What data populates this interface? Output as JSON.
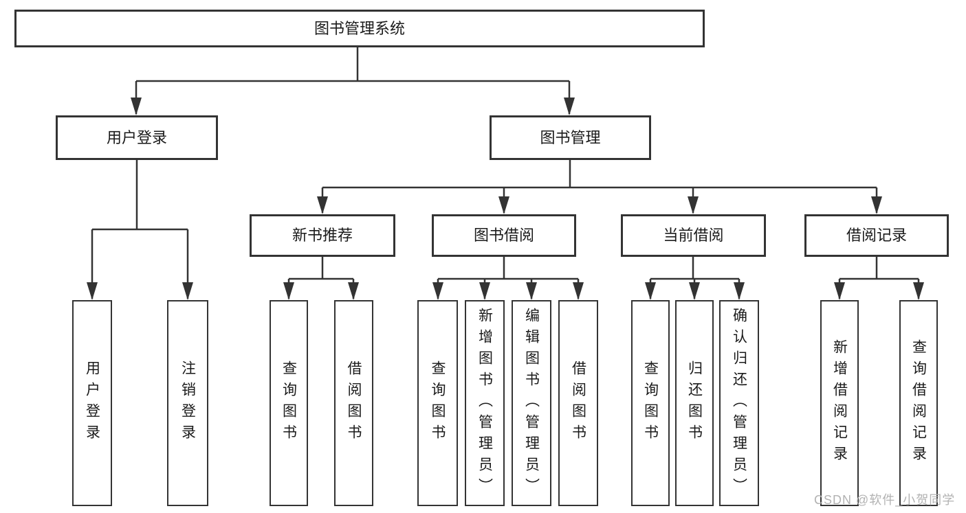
{
  "tree": {
    "root": {
      "label": "图书管理系统",
      "children": [
        {
          "label": "用户登录",
          "children": [
            {
              "label": "用户登录"
            },
            {
              "label": "注销登录"
            }
          ]
        },
        {
          "label": "图书管理",
          "children": [
            {
              "label": "新书推荐",
              "children": [
                {
                  "label": "查询图书"
                },
                {
                  "label": "借阅图书"
                }
              ]
            },
            {
              "label": "图书借阅",
              "children": [
                {
                  "label": "查询图书"
                },
                {
                  "label": "新增图书（管理员）"
                },
                {
                  "label": "编辑图书（管理员）"
                },
                {
                  "label": "借阅图书"
                }
              ]
            },
            {
              "label": "当前借阅",
              "children": [
                {
                  "label": "查询图书"
                },
                {
                  "label": "归还图书"
                },
                {
                  "label": "确认归还（管理员）"
                }
              ]
            },
            {
              "label": "借阅记录",
              "children": [
                {
                  "label": "新增借阅记录"
                },
                {
                  "label": "查询借阅记录"
                }
              ]
            }
          ]
        }
      ]
    }
  },
  "watermark": {
    "text": "CSDN @软件_小贺同学"
  },
  "colors": {
    "line": "#333333",
    "box_border": "#333333",
    "text": "#1a1a1a",
    "background": "#ffffff",
    "watermark": "#b2b2b2"
  }
}
